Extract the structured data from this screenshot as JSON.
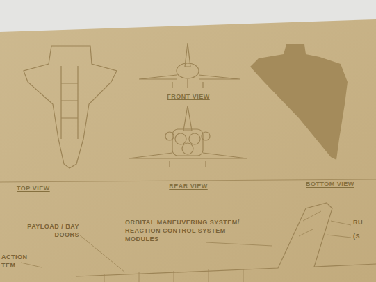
{
  "diagram": {
    "labels": [
      "FRONT VIEW",
      "TOP VIEW",
      "REAR VIEW",
      "BOTTOM VIEW",
      "PAYLOAD / BAY DOORS",
      "ORBITAL MANEUVERING SYSTEM/ REACTION CONTROL SYSTEM MODULES",
      "ACTION TEM",
      "RU",
      "(S"
    ]
  }
}
